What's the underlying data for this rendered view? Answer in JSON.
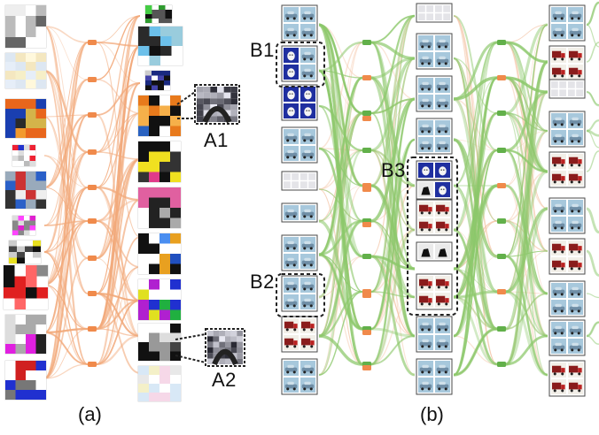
{
  "panels": {
    "a": {
      "caption": "(a)",
      "link_color": "#f2a97a",
      "node_color": "#f08a4b"
    },
    "b": {
      "caption": "(b)",
      "link_color": "#8cc86b",
      "node_color": "#62b04a",
      "secondary_link_color": "#f3c4a4",
      "secondary_node_color": "#f08a4b"
    }
  },
  "annotations": {
    "A1": "A1",
    "A2": "A2",
    "B1": "B1",
    "B2": "B2",
    "B3": "B3"
  },
  "thumbnail_kinds": {
    "car": "car-thumbnail",
    "truck": "truck-thumbnail",
    "dog": "dog-thumbnail",
    "horse": "horse-thumbnail",
    "blank": "blank-thumbnail",
    "filter": "filter-pattern-thumbnail"
  },
  "colors": {
    "car_sky": "#a7c8dc",
    "car_body": "#6f8ea6",
    "truck_body": "#8a1c1c",
    "dog_bg": "#1f2fa0",
    "frame": "#4a4a4a"
  }
}
